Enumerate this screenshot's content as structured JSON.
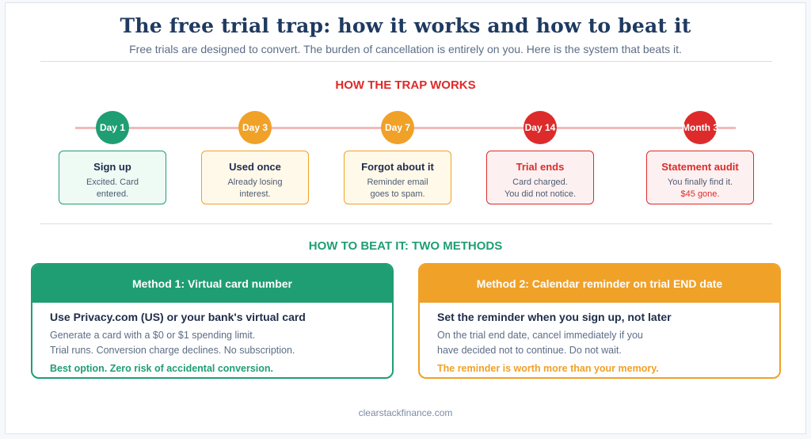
{
  "header": {
    "title": "The free trial trap: how it works and how to beat it",
    "subtitle": "Free trials are designed to convert. The burden of cancellation is entirely on you. Here is the system that beats it."
  },
  "trap": {
    "heading": "HOW THE TRAP WORKS",
    "steps": [
      {
        "day": "Day 1",
        "title": "Sign up",
        "lines": [
          "Excited. Card",
          "entered."
        ],
        "accent": "",
        "color": "#1f9e74",
        "fill": "#eefaf4"
      },
      {
        "day": "Day 3",
        "title": "Used once",
        "lines": [
          "Already losing",
          "interest."
        ],
        "accent": "",
        "color": "#f0a128",
        "fill": "#fff9ea"
      },
      {
        "day": "Day 7",
        "title": "Forgot about it",
        "lines": [
          "Reminder email",
          "goes to spam."
        ],
        "accent": "",
        "color": "#f0a128",
        "fill": "#fff9ea"
      },
      {
        "day": "Day 14",
        "title": "Trial ends",
        "lines": [
          "Card charged.",
          "You did not notice."
        ],
        "accent": "",
        "color": "#dd2b2b",
        "fill": "#fdf0f0"
      },
      {
        "day": "Month 3",
        "title": "Statement audit",
        "lines": [
          "You finally find it."
        ],
        "accent": "$45 gone.",
        "color": "#dd2b2b",
        "fill": "#fdf0f0"
      }
    ]
  },
  "beat": {
    "heading": "HOW TO BEAT IT: TWO METHODS",
    "methods": [
      {
        "header": "Method 1: Virtual card number",
        "lead": "Use Privacy.com (US) or your bank's virtual card",
        "lines": [
          "Generate a card with a $0 or $1 spending limit.",
          "Trial runs. Conversion charge declines. No subscription."
        ],
        "punch": "Best option. Zero risk of accidental conversion.",
        "color": "#1f9e74"
      },
      {
        "header": "Method 2: Calendar reminder on trial END date",
        "lead": "Set the reminder when you sign up, not later",
        "lines": [
          "On the trial end date, cancel immediately if you",
          "have decided not to continue. Do not wait."
        ],
        "punch": "The reminder is worth more than your memory.",
        "color": "#f0a128"
      }
    ]
  },
  "footer": {
    "site": "clearstackfinance.com"
  },
  "colors": {
    "title": "#1f3a60",
    "trap_heading": "#dd2b2b",
    "beat_heading": "#1f9e74",
    "timeline": "#f2b9b9"
  }
}
